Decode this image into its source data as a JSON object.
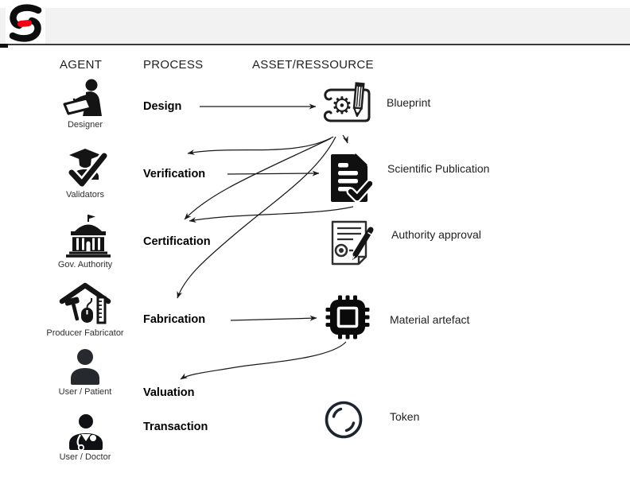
{
  "header": {
    "logo": {
      "name": "brand-s-logo",
      "main_color": "#0d0d0d",
      "accent_color": "#f40014"
    },
    "columns": [
      {
        "label": "AGENT"
      },
      {
        "label": "PROCESS"
      },
      {
        "label": "ASSET/RESSOURCE"
      }
    ]
  },
  "agents": [
    {
      "label": "Designer",
      "icon": "designer-icon"
    },
    {
      "label": "Validators",
      "icon": "validators-icon"
    },
    {
      "label": "Gov. Authority",
      "icon": "gov-authority-icon"
    },
    {
      "label": "Producer Fabricator",
      "icon": "producer-fabricator-icon"
    },
    {
      "label": "User / Patient",
      "icon": "user-patient-icon"
    },
    {
      "label": "User / Doctor",
      "icon": "user-doctor-icon"
    }
  ],
  "processes": [
    {
      "label": "Design"
    },
    {
      "label": "Verification"
    },
    {
      "label": "Certification"
    },
    {
      "label": "Fabrication"
    },
    {
      "label": "Valuation"
    },
    {
      "label": "Transaction"
    }
  ],
  "assets": [
    {
      "label": "Blueprint",
      "icon": "blueprint-icon"
    },
    {
      "label": "Scientific Publication",
      "icon": "scientific-publication-icon"
    },
    {
      "label": "Authority approval",
      "icon": "authority-approval-icon"
    },
    {
      "label": "Material artefact",
      "icon": "material-artefact-chip-icon"
    },
    {
      "label": "Token",
      "icon": "token-icon"
    }
  ],
  "icons": {
    "gear_glyph": "⚙"
  },
  "connections": [
    {
      "from": "Design",
      "to": "Blueprint"
    },
    {
      "from": "Blueprint",
      "to": "Verification"
    },
    {
      "from": "Verification",
      "to": "Scientific Publication"
    },
    {
      "from": "Blueprint",
      "to": "Scientific Publication"
    },
    {
      "from": "Blueprint",
      "to": "Certification"
    },
    {
      "from": "Scientific Publication",
      "to": "Certification"
    },
    {
      "from": "Blueprint",
      "to": "Fabrication"
    },
    {
      "from": "Fabrication",
      "to": "Material artefact"
    },
    {
      "from": "Material artefact",
      "to": "Valuation"
    }
  ],
  "arrow_color": "#1a1a1a"
}
